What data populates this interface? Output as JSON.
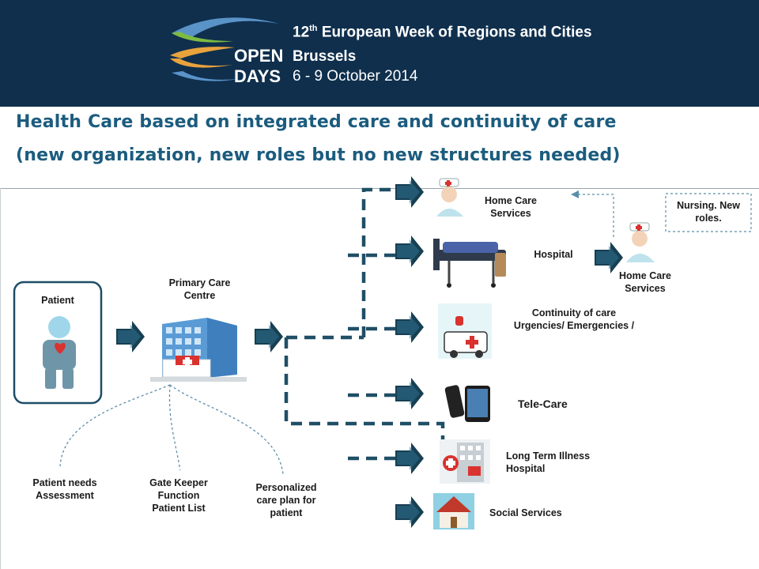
{
  "header": {
    "logo_word_1": "OPEN",
    "logo_word_2": "DAYS",
    "event_number": "12",
    "event_suffix": "th",
    "event_name": "European Week of Regions and Cities",
    "city": "Brussels",
    "dates": "6 - 9 October 2014"
  },
  "title": {
    "line1": "Health Care based on integrated care and continuity of care",
    "line2": "(new organization, new roles but no new structures needed)"
  },
  "diagram": {
    "patient": "Patient",
    "primary_care": "Primary Care Centre",
    "needs_assessment": "Patient needs Assessment",
    "gate_keeper": "Gate Keeper Function Patient List",
    "personalized_plan": "Personalized care plan for patient",
    "home_care": "Home Care Services",
    "hospital": "Hospital",
    "home_care_2": "Home Care Services",
    "nursing_roles": "Nursing. New roles.",
    "continuity": "Continuity of care Urgencies/ Emergencies /",
    "tele_care": "Tele-Care",
    "long_term": "Long Term  Illness Hospital",
    "social": "Social Services"
  },
  "colors": {
    "header_bg": "#0f2f4d",
    "title": "#1b5c7e",
    "arrow": "#173f52",
    "dash": "#1f4f66",
    "logo_blue": "#5a93c8",
    "logo_orange": "#e8a33d",
    "logo_green": "#7dbb42"
  }
}
